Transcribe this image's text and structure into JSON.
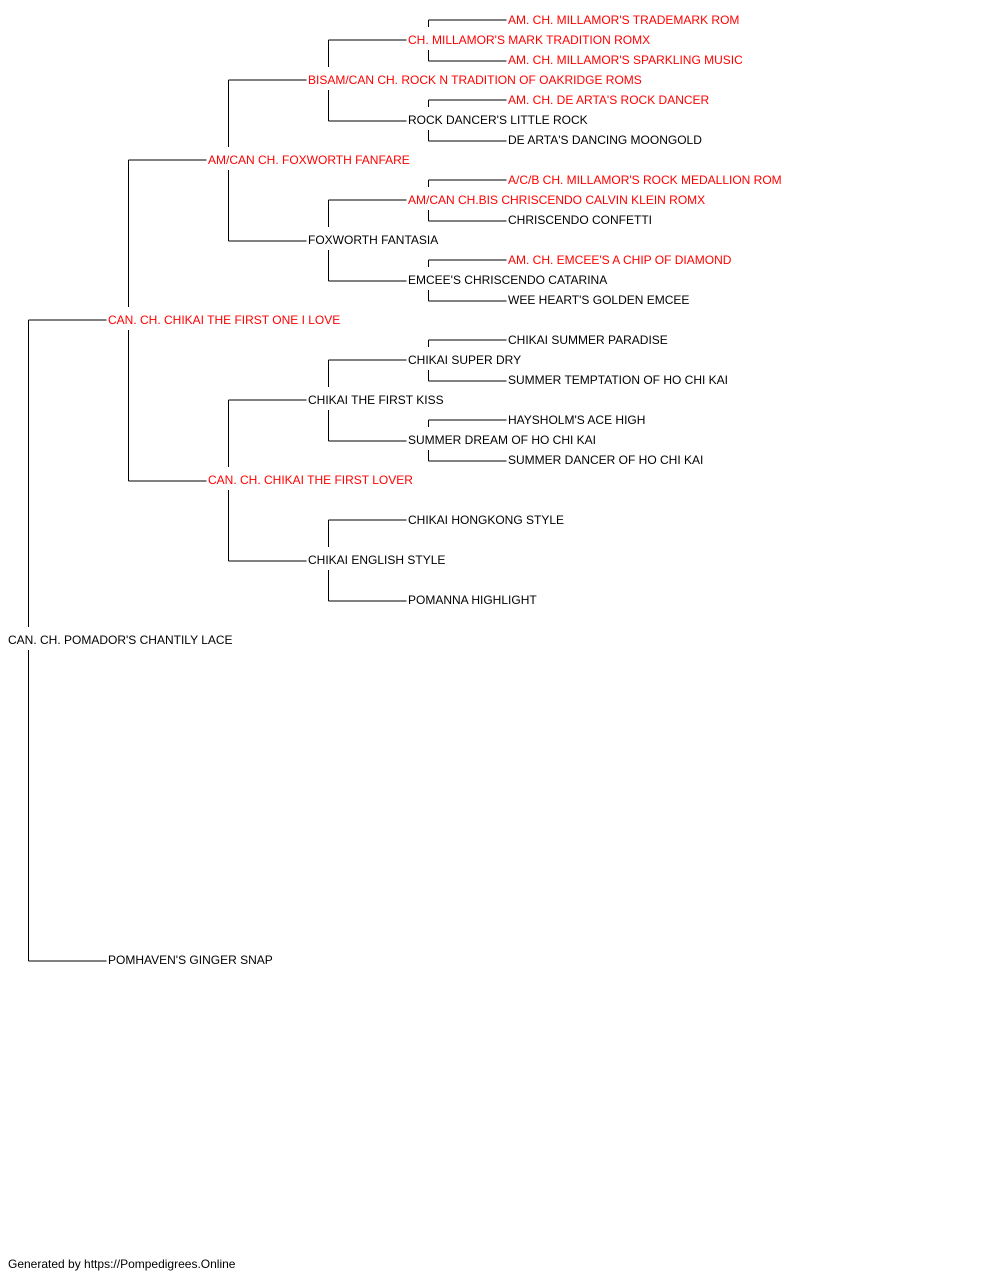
{
  "colors": {
    "champion": "#ff0000",
    "normal": "#000000",
    "line": "#000000"
  },
  "pedigree": {
    "name": "CAN. CH. POMADOR'S CHANTILY LACE",
    "champion": false,
    "sire": {
      "name": "CAN. CH. CHIKAI THE FIRST ONE I LOVE",
      "champion": true,
      "sire": {
        "name": "AM/CAN CH. FOXWORTH FANFARE",
        "champion": true,
        "sire": {
          "name": "BISAM/CAN CH. ROCK N TRADITION OF OAKRIDGE ROMS",
          "champion": true,
          "sire": {
            "name": "CH. MILLAMOR'S MARK TRADITION ROMX",
            "champion": true,
            "sire": {
              "name": "AM. CH. MILLAMOR'S TRADEMARK ROM",
              "champion": true
            },
            "dam": {
              "name": "AM. CH. MILLAMOR'S SPARKLING MUSIC",
              "champion": true
            }
          },
          "dam": {
            "name": "ROCK DANCER'S LITTLE ROCK",
            "champion": false,
            "sire": {
              "name": "AM. CH. DE ARTA'S ROCK DANCER",
              "champion": true
            },
            "dam": {
              "name": "DE ARTA'S DANCING MOONGOLD",
              "champion": false
            }
          }
        },
        "dam": {
          "name": "FOXWORTH FANTASIA",
          "champion": false,
          "sire": {
            "name": "AM/CAN CH.BIS CHRISCENDO CALVIN KLEIN ROMX",
            "champion": true,
            "sire": {
              "name": "A/C/B CH. MILLAMOR'S ROCK MEDALLION ROM",
              "champion": true
            },
            "dam": {
              "name": "CHRISCENDO CONFETTI",
              "champion": false
            }
          },
          "dam": {
            "name": "EMCEE'S CHRISCENDO CATARINA",
            "champion": false,
            "sire": {
              "name": "AM. CH. EMCEE'S A CHIP OF DIAMOND",
              "champion": true
            },
            "dam": {
              "name": "WEE HEART'S GOLDEN EMCEE",
              "champion": false
            }
          }
        }
      },
      "dam": {
        "name": "CAN. CH. CHIKAI THE FIRST LOVER",
        "champion": true,
        "sire": {
          "name": "CHIKAI THE FIRST KISS",
          "champion": false,
          "sire": {
            "name": "CHIKAI SUPER DRY",
            "champion": false,
            "sire": {
              "name": "CHIKAI SUMMER PARADISE",
              "champion": false
            },
            "dam": {
              "name": "SUMMER TEMPTATION OF HO CHI KAI",
              "champion": false
            }
          },
          "dam": {
            "name": "SUMMER DREAM OF HO CHI KAI",
            "champion": false,
            "sire": {
              "name": "HAYSHOLM'S ACE HIGH",
              "champion": false
            },
            "dam": {
              "name": "SUMMER DANCER OF HO CHI KAI",
              "champion": false
            }
          }
        },
        "dam": {
          "name": "CHIKAI ENGLISH STYLE",
          "champion": false,
          "sire": {
            "name": "CHIKAI HONGKONG STYLE",
            "champion": false
          },
          "dam": {
            "name": "POMANNA HIGHLIGHT",
            "champion": false
          }
        }
      }
    },
    "dam": {
      "name": "POMHAVEN'S GINGER SNAP",
      "champion": false
    }
  },
  "footer": {
    "text": "Generated by https://Pompedigrees.Online"
  }
}
